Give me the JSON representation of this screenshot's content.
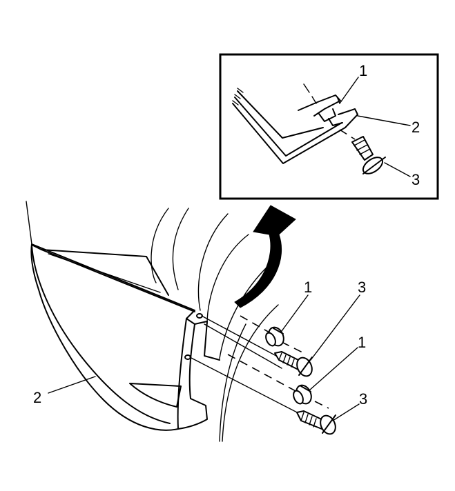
{
  "callouts": {
    "inset_retainer": "1",
    "inset_panel": "2",
    "inset_screw": "3",
    "main_retainer_upper": "1",
    "main_screw_upper": "3",
    "main_retainer_lower": "1",
    "main_screw_lower": "3",
    "main_panel": "2"
  },
  "colors": {
    "line": "#000000",
    "background": "#ffffff"
  }
}
